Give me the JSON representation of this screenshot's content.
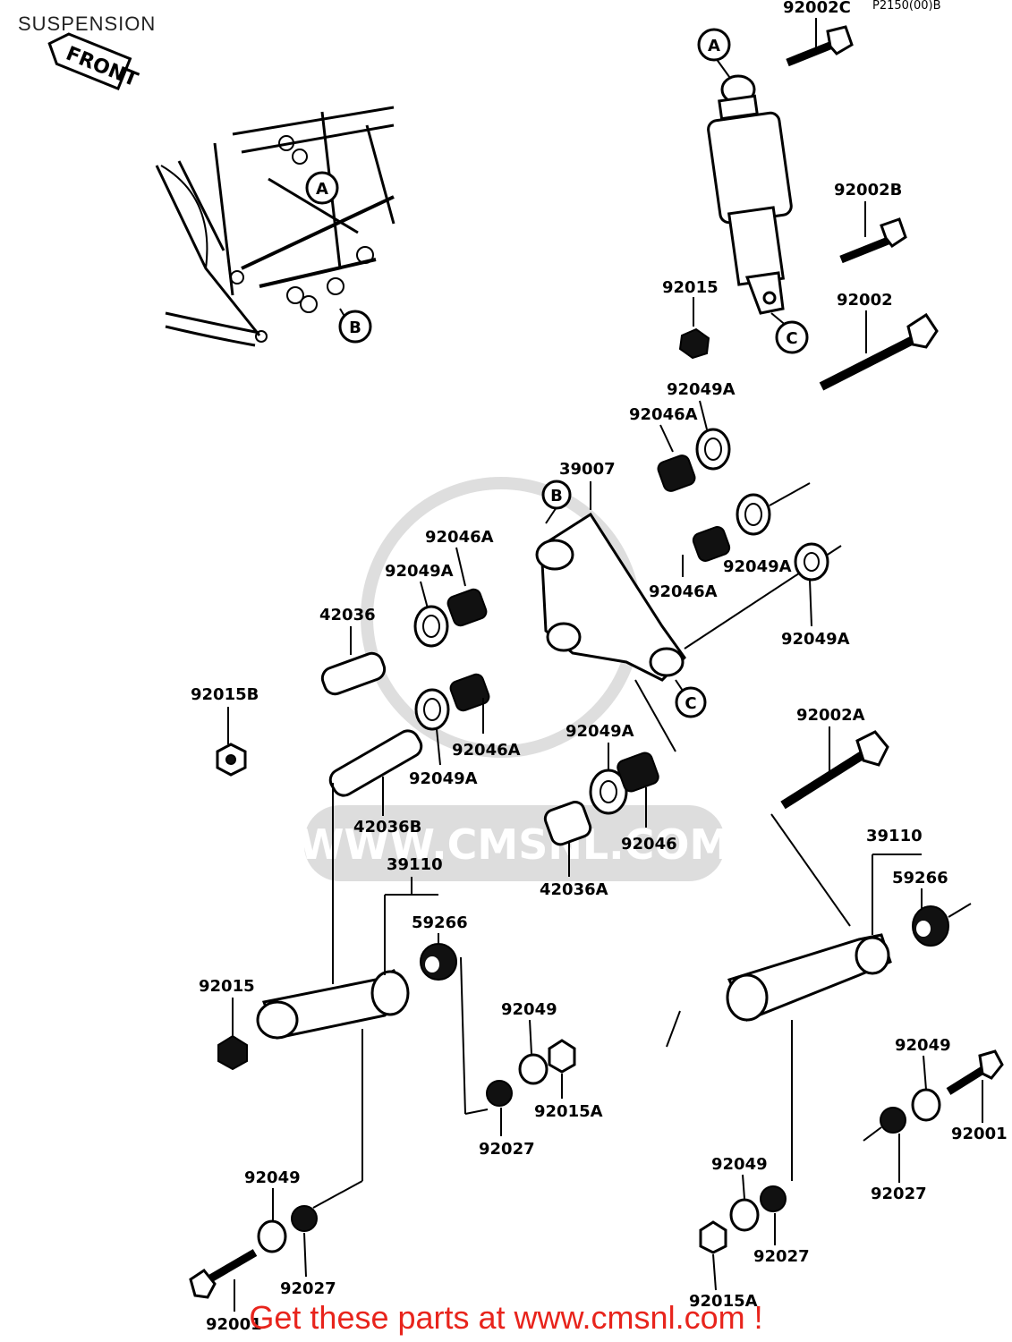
{
  "title": "SUSPENSION",
  "front_tag": "FRONT",
  "ref_code": "P2150(00)B",
  "watermark": "WWW.CMSNL.COM",
  "footer": "Get these parts at www.cmsnl.com !",
  "callouts": [
    "A",
    "B",
    "C"
  ],
  "parts": {
    "p92002C": "92002C",
    "p92002B": "92002B",
    "p92015_top": "92015",
    "p92002": "92002",
    "p92049A_1": "92049A",
    "p92046A_1": "92046A",
    "p39007": "39007",
    "p92046A_2": "92046A",
    "p92049A_2": "92049A",
    "p92049A_3": "92049A",
    "p92046A_3": "92046A",
    "p92049A_4": "92049A",
    "p42036": "42036",
    "p92015B": "92015B",
    "p92046A_4": "92046A",
    "p92049A_5": "92049A",
    "p92049A_6": "92049A",
    "p92046": "92046",
    "p42036B": "42036B",
    "p42036A": "42036A",
    "p92002A": "92002A",
    "p39110_left": "39110",
    "p59266_left": "59266",
    "p39110_right": "39110",
    "p59266_right": "59266",
    "p92015_left": "92015",
    "p92049_mid": "92049",
    "p92015A_mid": "92015A",
    "p92027_mid": "92027",
    "p92049_right": "92049",
    "p92001_right": "92001",
    "p92027_right": "92027",
    "p92049_bl": "92049",
    "p92027_bl": "92027",
    "p92001_bl": "92001",
    "p92049_br": "92049",
    "p92027_br": "92027",
    "p92015A_br": "92015A"
  }
}
